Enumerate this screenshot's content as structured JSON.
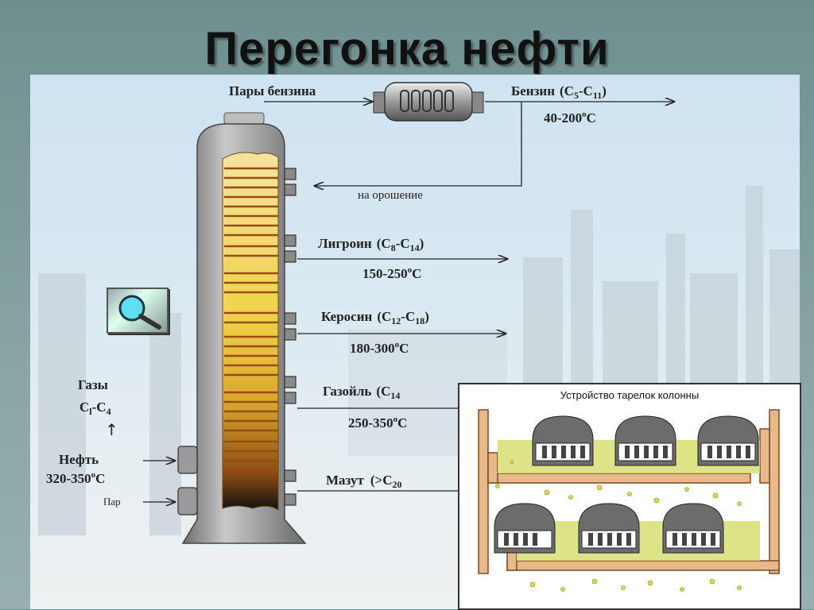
{
  "title": "Перегонка нефти",
  "labels": {
    "vapors": "Пары бензина",
    "gasoline_name": "Бензин",
    "gasoline_formula_prefix": "(C",
    "gasoline_sub1": "5",
    "gasoline_mid": "-C",
    "gasoline_sub2": "11",
    "gasoline_suffix": ")",
    "gasoline_temp": "40-200",
    "reflux": "на орошение",
    "ligroin_name": "Лигроин",
    "ligroin_sub1": "8",
    "ligroin_sub2": "14",
    "ligroin_temp": "150-250",
    "kerosene_name": "Керосин",
    "kerosene_sub1": "12",
    "kerosene_sub2": "18",
    "kerosene_temp": "180-300",
    "gasoil_name": "Газойль",
    "gasoil_sub1": "14",
    "gasoil_temp": "250-350",
    "mazut_name": "Мазут",
    "mazut_formula": "(>C",
    "mazut_sub": "20",
    "gases_name": "Газы",
    "gases_formula_c1": "C",
    "gases_sub1": "l",
    "gases_dash": "-C",
    "gases_sub2": "4",
    "oil_name": "Нефть",
    "oil_temp": "320-350",
    "steam": "Пар",
    "deg_c": "C",
    "deg_o": "o",
    "c_letter": "C",
    "open_paren": "(",
    "close_paren": ")",
    "dash_c": "-C",
    "arrow_up": "↑"
  },
  "inset": {
    "title": "Устройство тарелок колонны"
  },
  "colors": {
    "column": "#8a8a8a",
    "fill_top": "#f2df9a",
    "fill_bottom": "#7a3d10",
    "liquid": "#d9dc6a"
  }
}
